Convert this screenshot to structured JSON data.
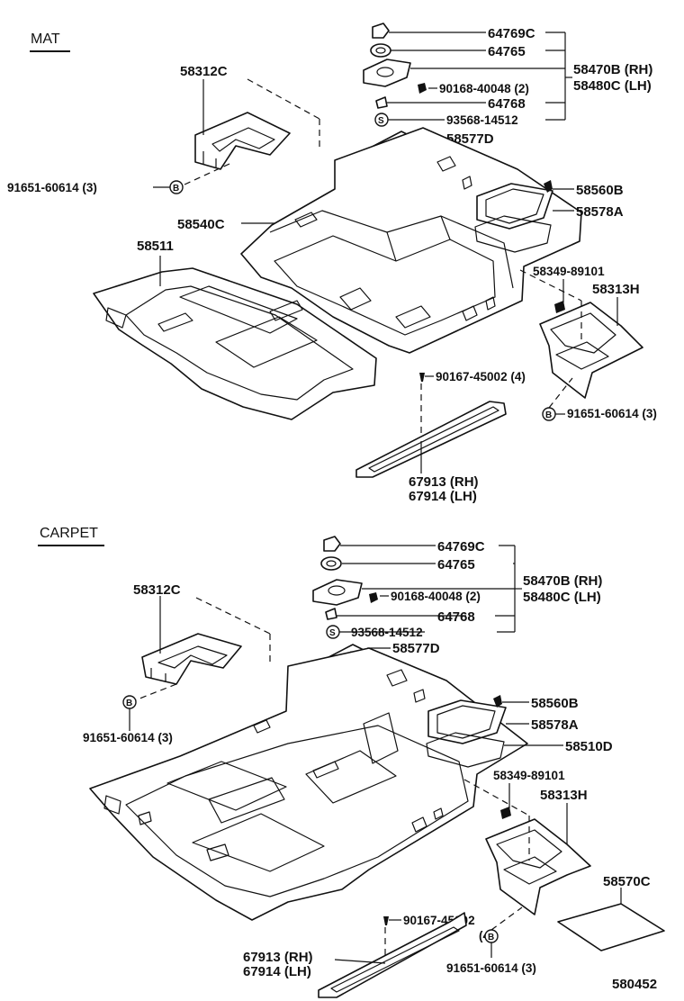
{
  "sections": {
    "mat": "MAT",
    "carpet": "CARPET"
  },
  "mat_labels": {
    "p64769c": "64769C",
    "p64765": "64765",
    "p58470b": "58470B (RH)",
    "p58480c": "58480C (LH)",
    "p90168": "90168-40048 (2)",
    "p64768": "64768",
    "p93568": "93568-14512",
    "p58577d": "58577D",
    "p58312c": "58312C",
    "p91651_l": "91651-60614 (3)",
    "p58560b": "58560B",
    "p58578a": "58578A",
    "p58540c": "58540C",
    "p58511": "58511",
    "p58349": "58349-89101",
    "p58313h": "58313H",
    "p90167": "90167-45002 (4)",
    "p91651_r": "91651-60614 (3)",
    "p67913": "67913 (RH)",
    "p67914": "67914 (LH)"
  },
  "carpet_labels": {
    "p64769c": "64769C",
    "p64765": "64765",
    "p58470b": "58470B (RH)",
    "p58480c": "58480C (LH)",
    "p90168": "90168-40048 (2)",
    "p64768": "64768",
    "p93568": "93568-14512",
    "p58577d": "58577D",
    "p58312c": "58312C",
    "p91651_l": "91651-60614 (3)",
    "p58560b": "58560B",
    "p58578a": "58578A",
    "p58510d": "58510D",
    "p58349": "58349-89101",
    "p58313h": "58313H",
    "p58570c": "58570C",
    "p90167": "90167-45002",
    "p90167_qty": "(4)",
    "p91651_r": "91651-60614 (3)",
    "p67913": "67913 (RH)",
    "p67914": "67914 (LH)"
  },
  "markers": {
    "bolt": "B",
    "screw": "S"
  },
  "diagram_id": "580452"
}
